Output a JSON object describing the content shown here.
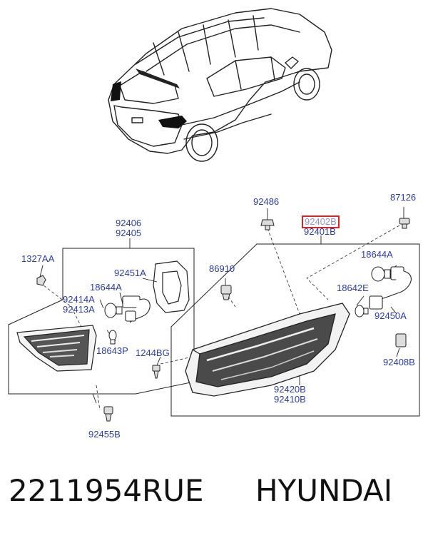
{
  "labels": {
    "p92402B": "92402B",
    "p92401B": "92401B",
    "p92486": "92486",
    "p87126": "87126",
    "p92406": "92406",
    "p92405": "92405",
    "p1327AA": "1327AA",
    "p92451A": "92451A",
    "p18644A_left": "18644A",
    "p92414A": "92414A",
    "p92413A": "92413A",
    "p18643P": "18643P",
    "p1244BG": "1244BG",
    "p86910": "86910",
    "p18644A_right": "18644A",
    "p18642E": "18642E",
    "p92450A": "92450A",
    "p92408B": "92408B",
    "p92420B": "92420B",
    "p92410B": "92410B",
    "p92455B": "92455B"
  },
  "footer": {
    "part_number": "2211954RUE",
    "brand": "HYUNDAI"
  },
  "colors": {
    "label_blue": "#2a3bb3",
    "highlight_red": "#d6252b",
    "line_dark": "#222222"
  }
}
